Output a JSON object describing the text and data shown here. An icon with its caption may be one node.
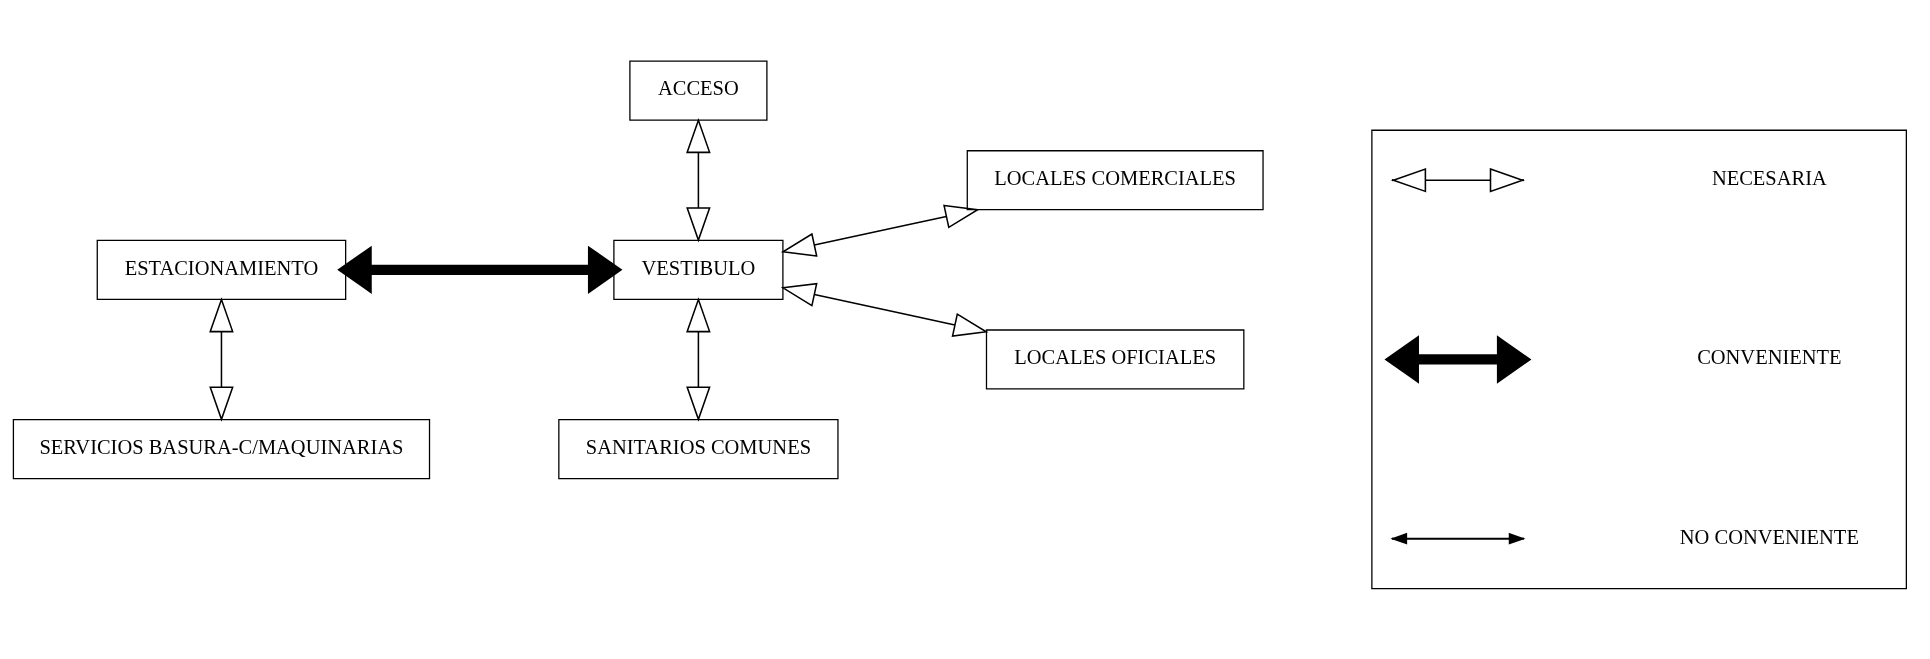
{
  "diagram": {
    "nodes": [
      {
        "text": [
          "ACCESO"
        ]
      },
      {
        "text": [
          "ESTACIONAMIENTO"
        ]
      },
      {
        "text": [
          "VESTIBULO"
        ]
      },
      {
        "text": [
          "LOCALES COMERCIALES"
        ]
      },
      {
        "text": [
          "SERVICIOS BASURA-C/MAQUINARIAS"
        ]
      },
      {
        "text": [
          "LOCALES OFICIALES"
        ]
      },
      {
        "text": [
          "SANITARIOS COMUNES"
        ]
      },
      {
        "text": [],
        "shape": "box"
      }
    ],
    "edges": [
      {
        "from": 0,
        "to": 2,
        "arrow": "both"
      },
      {
        "from": 1,
        "to": 2,
        "arrow": "both",
        "style": "thick"
      },
      {
        "from": 1,
        "to": 4,
        "arrow": "both"
      },
      {
        "from": 2,
        "to": 3,
        "arrow": "both"
      },
      {
        "from": 2,
        "to": 5,
        "arrow": "both"
      },
      {
        "from": 2,
        "to": 6,
        "arrow": "both"
      }
    ],
    "legend": [
      {
        "text": "NECESARIA"
      },
      {
        "text": "CONVENIENTE"
      },
      {
        "text": "NO CONVENIENTE"
      }
    ]
  }
}
